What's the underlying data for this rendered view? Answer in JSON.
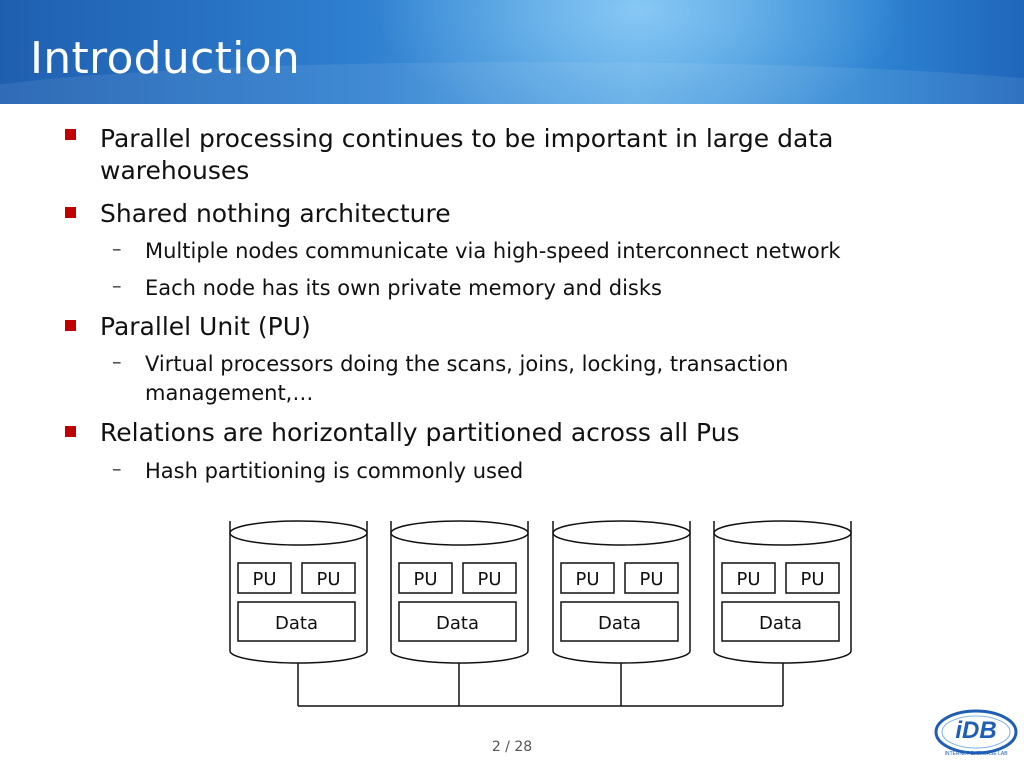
{
  "slide": {
    "title": "Introduction",
    "bullets": [
      {
        "text": "Parallel processing continues to be important in large data warehouses",
        "subs": []
      },
      {
        "text": "Shared nothing architecture",
        "subs": [
          "Multiple nodes communicate via high-speed interconnect network",
          "Each node has its own private memory and disks"
        ]
      },
      {
        "text": "Parallel Unit (PU)",
        "subs": [
          "Virtual processors doing the scans, joins, locking, transaction management,…"
        ]
      },
      {
        "text": "Relations are horizontally partitioned across all Pus",
        "subs": [
          "Hash partitioning is commonly used"
        ]
      }
    ],
    "diagram": {
      "nodes": [
        {
          "pu_labels": [
            "PU",
            "PU"
          ],
          "data_label": "Data"
        },
        {
          "pu_labels": [
            "PU",
            "PU"
          ],
          "data_label": "Data"
        },
        {
          "pu_labels": [
            "PU",
            "PU"
          ],
          "data_label": "Data"
        },
        {
          "pu_labels": [
            "PU",
            "PU"
          ],
          "data_label": "Data"
        }
      ]
    },
    "page_number": "2 / 28",
    "logo_text": "iDB",
    "logo_ring_text": "INTERNET DATABASE LAB"
  },
  "colors": {
    "header_blue": "#2f7fd0",
    "bullet_red": "#c00000",
    "logo_blue": "#1e5fb5"
  },
  "icons": {
    "bullet": "square-bullet-icon",
    "sub_bullet": "dash-icon"
  }
}
